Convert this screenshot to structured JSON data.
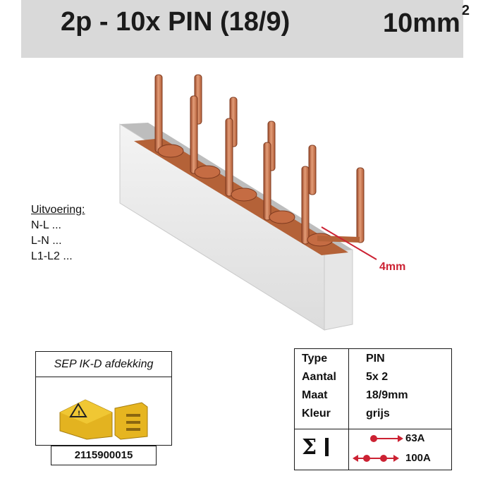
{
  "header": {
    "title": "2p - 10x PIN (18/9)",
    "size": "10mm",
    "size_sup": "2",
    "background": "#d9d9d9"
  },
  "product": {
    "icon": "copper-busbar-image",
    "dimension_label": "4mm",
    "dimension_color": "#cc2233"
  },
  "variants": {
    "title": "Uitvoering:",
    "items": [
      "N-L ...",
      "L-N ...",
      "L1-L2 ..."
    ]
  },
  "sep": {
    "title": "SEP IK-D afdekking",
    "code": "2115900015",
    "icon": "yellow-cover-caps-image"
  },
  "spec": {
    "rows": [
      {
        "key": "Type",
        "value": "PIN"
      },
      {
        "key": "Aantal",
        "value": "5x 2"
      },
      {
        "key": "Maat",
        "value": "18/9mm"
      },
      {
        "key": "Kleur",
        "value": "grijs"
      }
    ],
    "sigma_symbol": "Σ",
    "ratings": [
      {
        "icon": "single-feed-arrow-icon",
        "value": "63A"
      },
      {
        "icon": "double-feed-arrow-icon",
        "value": "100A"
      }
    ],
    "accent": "#cc2233"
  }
}
